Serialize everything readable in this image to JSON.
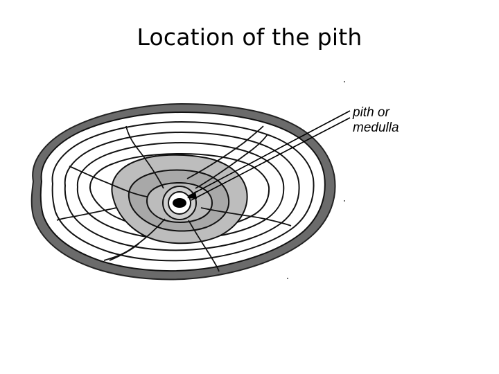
{
  "slide": {
    "title": "Location of the pith"
  },
  "diagram": {
    "callout_line1": "pith or",
    "callout_line2": "medulla",
    "colors": {
      "bark": "#6b6b6b",
      "heartwood": "#bdbdbd",
      "heartwood_inner": "#9c9c9c",
      "pith": "#000000",
      "ring_stroke": "#111111"
    }
  }
}
